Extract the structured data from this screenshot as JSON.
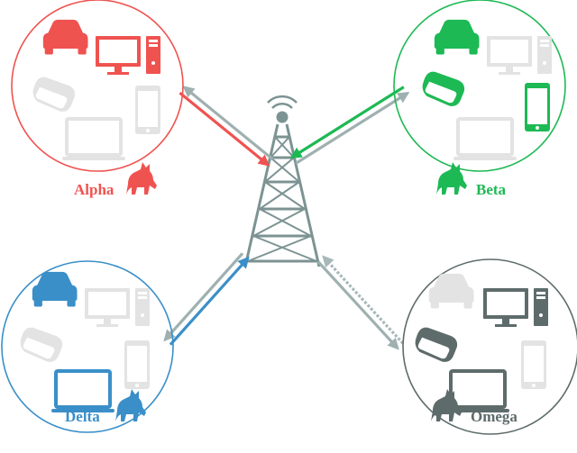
{
  "groups": {
    "alpha": {
      "label": "Alpha",
      "color": "#ef5350"
    },
    "beta": {
      "label": "Beta",
      "color": "#1db954"
    },
    "delta": {
      "label": "Delta",
      "color": "#3a8fc8"
    },
    "omega": {
      "label": "Omega",
      "color": "#5e6b6b"
    }
  },
  "colors": {
    "faded_device": "#e3e3e3",
    "tower": "#7d9393",
    "link_gray": "#9fb0b0",
    "omega_link": "#a7b8b8"
  },
  "devices": [
    "car-icon",
    "desktop-computer-icon",
    "smartwatch-icon",
    "smartphone-icon",
    "tablet-icon"
  ],
  "highlighted_device": {
    "alpha": [
      "car-icon",
      "desktop-computer-icon"
    ],
    "beta": [
      "car-icon",
      "smartwatch-icon",
      "smartphone-icon"
    ],
    "delta": [
      "car-icon",
      "tablet-icon"
    ],
    "omega": [
      "desktop-computer-icon",
      "smartwatch-icon",
      "tablet-icon"
    ]
  },
  "links": {
    "alpha": "solid",
    "beta": "solid",
    "delta": "solid",
    "omega": "dotted"
  }
}
